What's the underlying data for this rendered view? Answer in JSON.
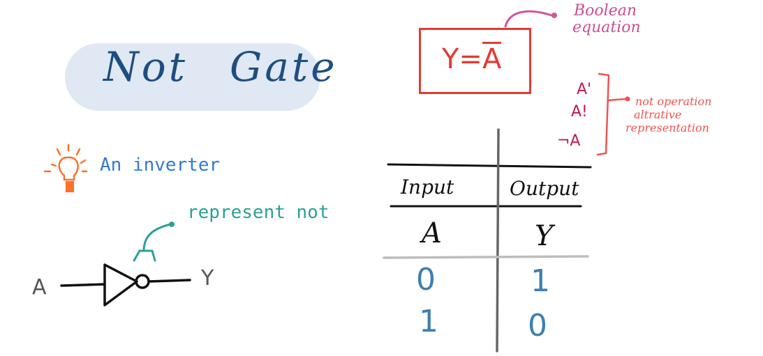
{
  "title": {
    "word1": "Not",
    "word2": "Gate"
  },
  "equation": {
    "lhs": "Y=",
    "rhs": "A"
  },
  "boolean_label": {
    "line1": "Boolean",
    "line2": "equation"
  },
  "alternatives": [
    "A'",
    "A!",
    "¬A"
  ],
  "alternatives_label": {
    "line1": "not operation",
    "line2": "altrative",
    "line3": "representation"
  },
  "inverter_text": "An inverter",
  "represent_text": "represent not",
  "gate": {
    "input": "A",
    "output": "Y"
  },
  "table": {
    "headers": [
      "Input",
      "Output"
    ],
    "symbols": [
      "A",
      "Y"
    ],
    "rows": [
      [
        "0",
        "1"
      ],
      [
        "1",
        "0"
      ]
    ]
  },
  "colors": {
    "title": "#1d4e80",
    "pill": "#dfe8f3",
    "equation": "#e53935",
    "boolean_label": "#c94f94",
    "alternatives": "#c2185b",
    "alt_label": "#ef5350",
    "inverter": "#2f7bd1",
    "bulb": "#ff6f2c",
    "represent": "#2aa198",
    "table_values": "#3f7fb0"
  },
  "icons": [
    "lightbulb-icon",
    "not-gate-symbol"
  ]
}
